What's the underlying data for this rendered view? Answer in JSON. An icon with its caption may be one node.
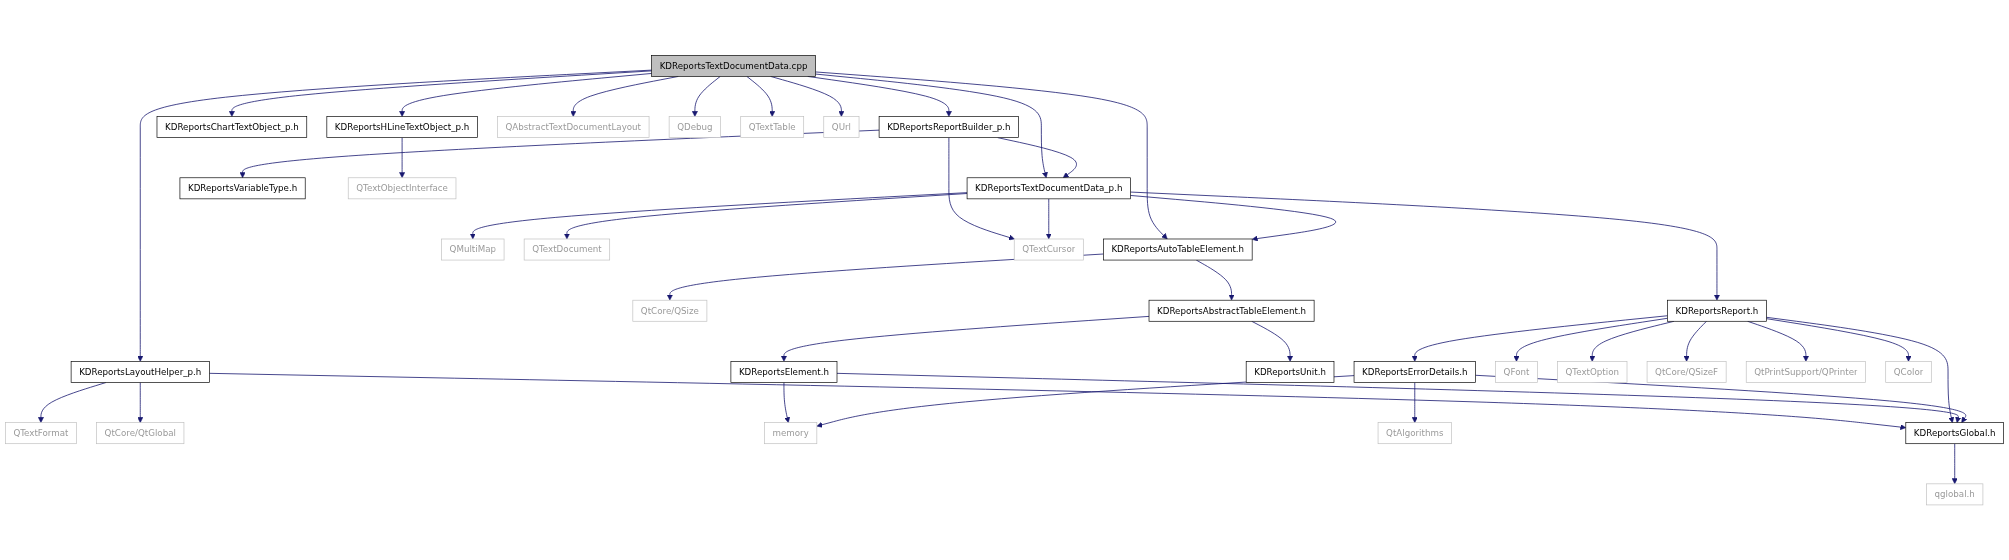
{
  "diagram": {
    "nodes": [
      {
        "text": [
          "KDReportsTextDocumentData.cpp"
        ]
      },
      {
        "text": [
          "KDReportsReportBuilder_p.h"
        ]
      },
      {
        "text": [
          "KDReportsChartTextObject_p.h"
        ]
      },
      {
        "text": [
          "KDReportsHLineTextObject_p.h"
        ]
      },
      {
        "text": [
          "KDReportsLayoutHelper_p.h"
        ]
      },
      {
        "text": [
          "QAbstractTextDocumentLayout"
        ]
      },
      {
        "text": [
          "QDebug"
        ]
      },
      {
        "text": [
          "QTextTable"
        ]
      },
      {
        "text": [
          "QUrl"
        ]
      },
      {
        "text": [
          "KDReportsTextDocumentData_p.h"
        ]
      },
      {
        "text": [
          "KDReportsVariableType.h"
        ]
      },
      {
        "text": [
          "QTextObjectInterface"
        ]
      },
      {
        "text": [
          "QTextFormat"
        ]
      },
      {
        "text": [
          "QtCore/QtGlobal"
        ]
      },
      {
        "text": [
          "KDReportsAutoTableElement.h"
        ]
      },
      {
        "text": [
          "QMultiMap"
        ]
      },
      {
        "text": [
          "QTextDocument"
        ]
      },
      {
        "text": [
          "QTextCursor"
        ]
      },
      {
        "text": [
          "KDReportsAbstractTableElement.h"
        ]
      },
      {
        "text": [
          "QtCore/QSize"
        ]
      },
      {
        "text": [
          "KDReportsReport.h"
        ]
      },
      {
        "text": [
          "KDReportsElement.h"
        ]
      },
      {
        "text": [
          "KDReportsUnit.h"
        ]
      },
      {
        "text": [
          "KDReportsErrorDetails.h"
        ]
      },
      {
        "text": [
          "QFont"
        ]
      },
      {
        "text": [
          "QTextOption"
        ]
      },
      {
        "text": [
          "QtCore/QSizeF"
        ]
      },
      {
        "text": [
          "QtPrintSupport/QPrinter"
        ]
      },
      {
        "text": [
          "QColor"
        ]
      },
      {
        "text": [
          "memory"
        ]
      },
      {
        "text": [
          "QtAlgorithms"
        ]
      },
      {
        "text": [
          "KDReportsGlobal.h"
        ]
      },
      {
        "text": [
          "qglobal.h"
        ]
      }
    ],
    "edges": [
      {
        "from": 0,
        "to": 1,
        "arrow": "to"
      },
      {
        "from": 0,
        "to": 2,
        "arrow": "to"
      },
      {
        "from": 0,
        "to": 3,
        "arrow": "to"
      },
      {
        "from": 0,
        "to": 4,
        "arrow": "to"
      },
      {
        "from": 0,
        "to": 5,
        "arrow": "to"
      },
      {
        "from": 0,
        "to": 6,
        "arrow": "to"
      },
      {
        "from": 0,
        "to": 7,
        "arrow": "to"
      },
      {
        "from": 0,
        "to": 8,
        "arrow": "to"
      },
      {
        "from": 0,
        "to": 9,
        "arrow": "to"
      },
      {
        "from": 0,
        "to": 14,
        "arrow": "to"
      },
      {
        "from": 1,
        "to": 9,
        "arrow": "to"
      },
      {
        "from": 1,
        "to": 10,
        "arrow": "to"
      },
      {
        "from": 1,
        "to": 17,
        "arrow": "to"
      },
      {
        "from": 3,
        "to": 11,
        "arrow": "to"
      },
      {
        "from": 4,
        "to": 12,
        "arrow": "to"
      },
      {
        "from": 4,
        "to": 13,
        "arrow": "to"
      },
      {
        "from": 4,
        "to": 31,
        "arrow": "to"
      },
      {
        "from": 9,
        "to": 14,
        "arrow": "to"
      },
      {
        "from": 9,
        "to": 15,
        "arrow": "to"
      },
      {
        "from": 9,
        "to": 16,
        "arrow": "to"
      },
      {
        "from": 9,
        "to": 17,
        "arrow": "to"
      },
      {
        "from": 9,
        "to": 20,
        "arrow": "to"
      },
      {
        "from": 14,
        "to": 18,
        "arrow": "to"
      },
      {
        "from": 14,
        "to": 19,
        "arrow": "to"
      },
      {
        "from": 18,
        "to": 21,
        "arrow": "to"
      },
      {
        "from": 18,
        "to": 22,
        "arrow": "to"
      },
      {
        "from": 20,
        "to": 23,
        "arrow": "to"
      },
      {
        "from": 20,
        "to": 24,
        "arrow": "to"
      },
      {
        "from": 20,
        "to": 25,
        "arrow": "to"
      },
      {
        "from": 20,
        "to": 26,
        "arrow": "to"
      },
      {
        "from": 20,
        "to": 27,
        "arrow": "to"
      },
      {
        "from": 20,
        "to": 28,
        "arrow": "to"
      },
      {
        "from": 20,
        "to": 31,
        "arrow": "to"
      },
      {
        "from": 21,
        "to": 29,
        "arrow": "to"
      },
      {
        "from": 21,
        "to": 31,
        "arrow": "to"
      },
      {
        "from": 23,
        "to": 29,
        "arrow": "to"
      },
      {
        "from": 23,
        "to": 30,
        "arrow": "to"
      },
      {
        "from": 23,
        "to": 31,
        "arrow": "to"
      },
      {
        "from": 31,
        "to": 32,
        "arrow": "to"
      }
    ]
  }
}
